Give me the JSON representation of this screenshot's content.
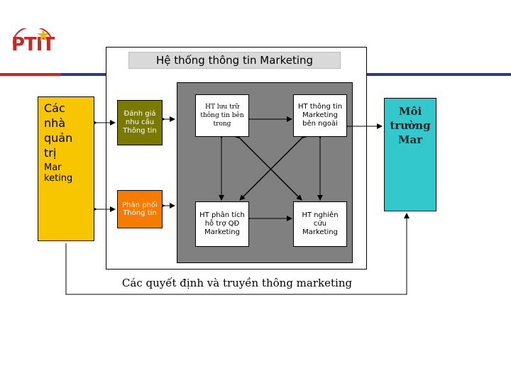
{
  "logo": {
    "text": "PTIT"
  },
  "diagram": {
    "system_title": "Hệ thống thông tin Marketing",
    "managers": {
      "line1": "Các",
      "line2": "nhà",
      "line3": "quản",
      "line4": "trị",
      "line5": "Mar",
      "line6": "keting"
    },
    "assess_needs": "Đánh giá nhu cầu Thông tin",
    "distribute": "Phân phối Thông tin",
    "internal_records": "HT lưu trữ thông tin bên trong",
    "external_info": "HT thông tin Marketing bên ngoài",
    "decision_support": "HT phân tích hỗ trợ QĐ Marketing",
    "research": "HT nghiên cứu Marketing",
    "environment": {
      "line1": "Môi",
      "line2": "trường",
      "line3": "Mar"
    },
    "caption": "Các quyết định và truyền thông marketing"
  },
  "colors": {
    "managers": "#f7c600",
    "assess": "#7a7a00",
    "distribute": "#f57c00",
    "inner": "#808080",
    "environment": "#33c8cc",
    "logo": "#c62828",
    "header_bar": "#2b3a8c"
  }
}
